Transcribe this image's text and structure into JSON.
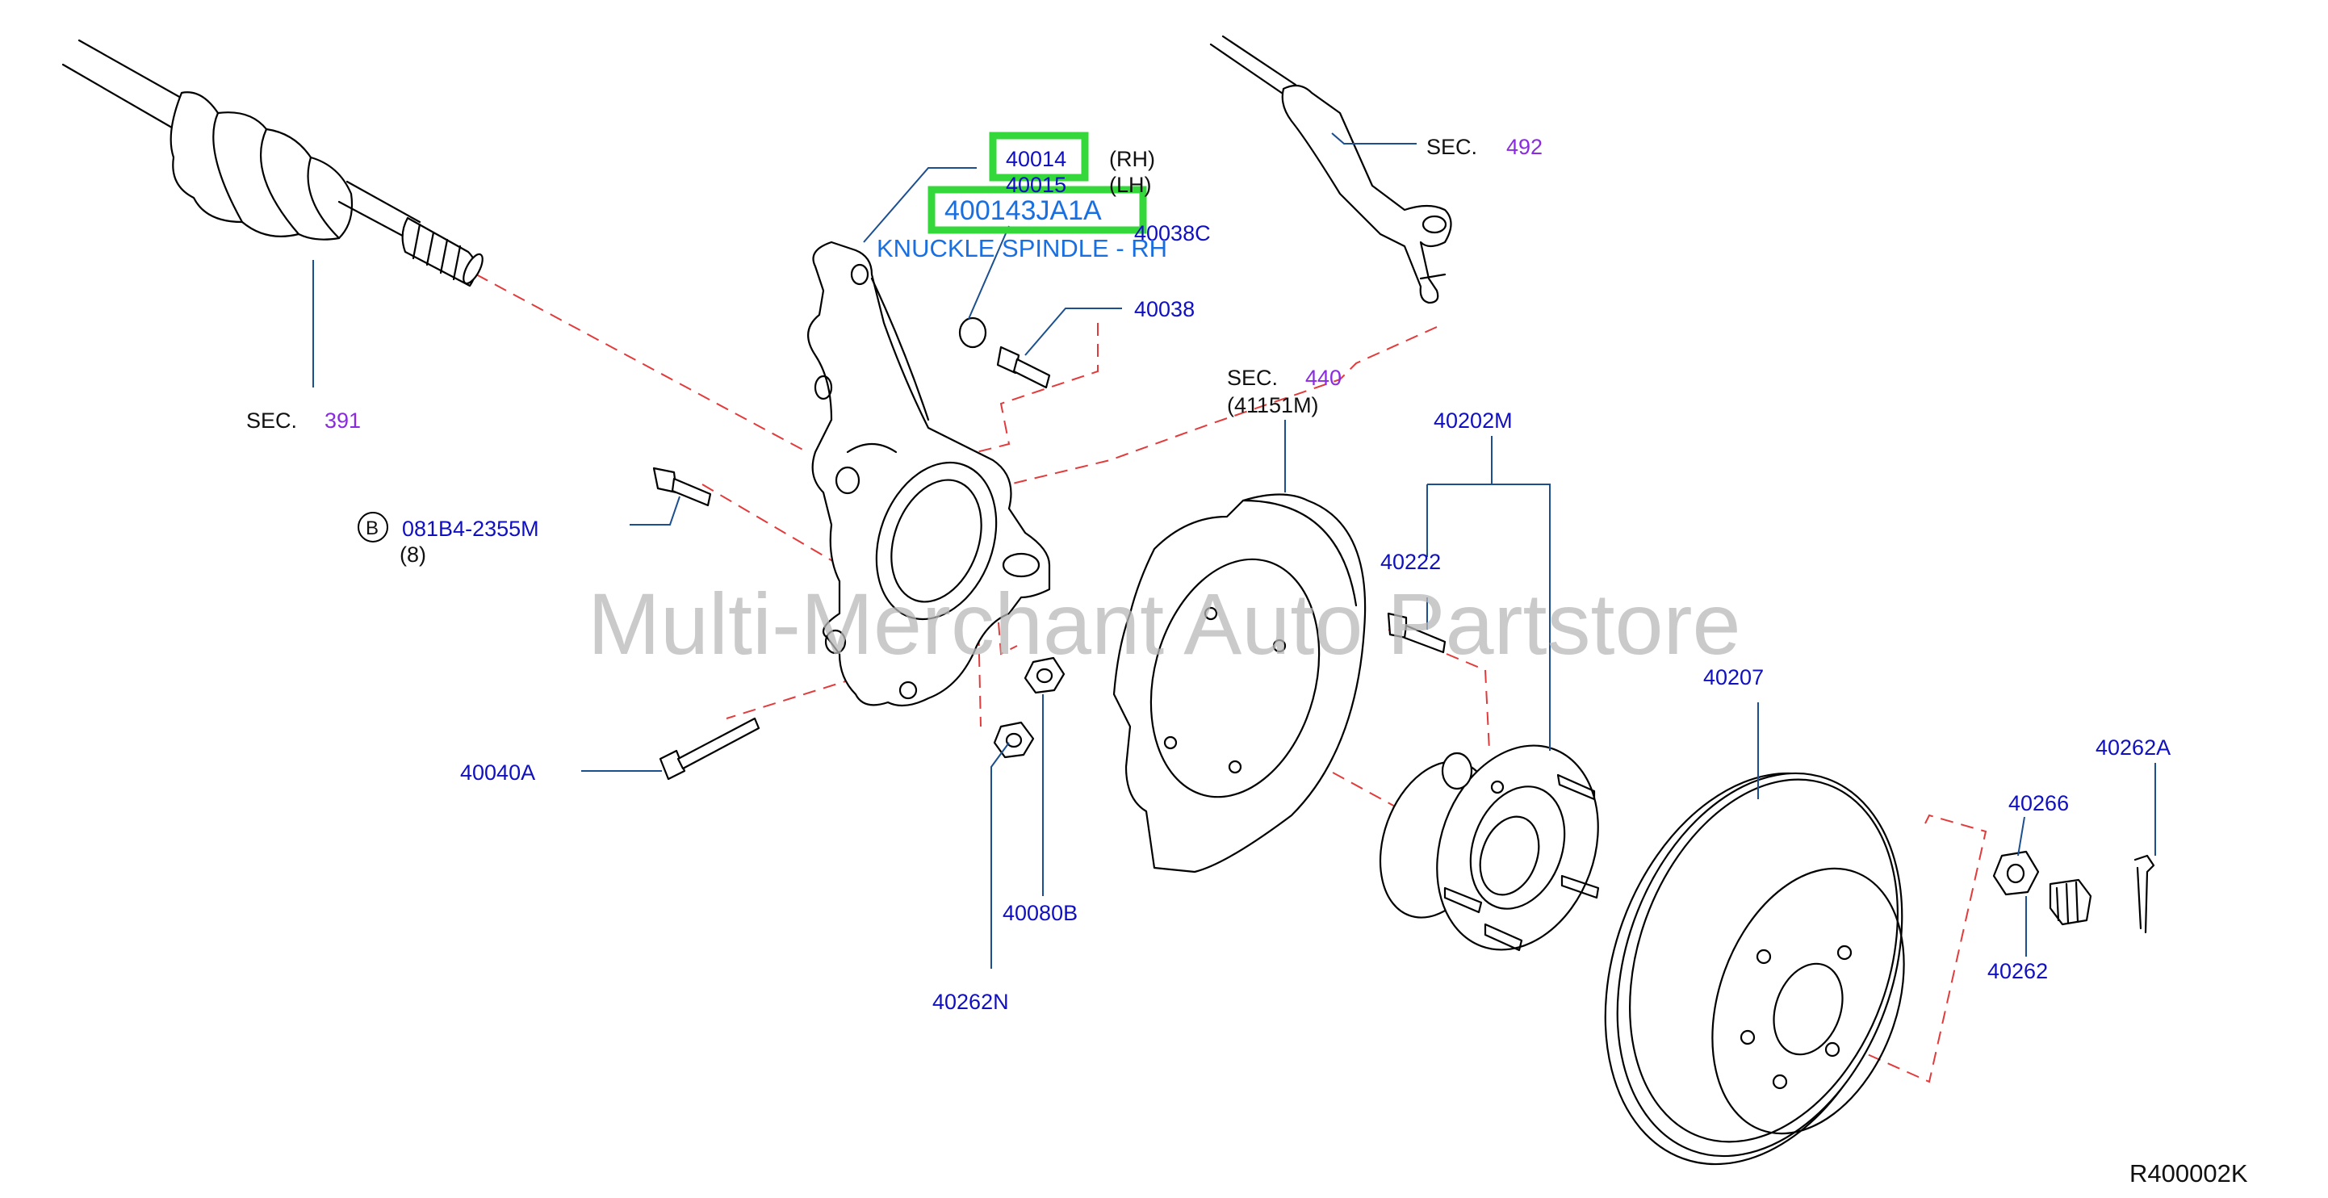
{
  "diagram_code": "R400002K",
  "watermark": "Multi-Merchant Auto Partstore",
  "highlight": {
    "part_number": "400143JA1A",
    "description": "KNUCKLE SPINDLE - RH"
  },
  "labels": {
    "p40014": "40014",
    "rh": "(RH)",
    "p40015": "40015",
    "lh": "(LH)",
    "p40038C": "40038C",
    "p40038": "40038",
    "sec_word_391": "SEC.",
    "sec_391": "391",
    "sec_word_492": "SEC.",
    "sec_492": "492",
    "sec_word_440": "SEC.",
    "sec_440": "440",
    "p41151M": "(41151M)",
    "p40202M": "40202M",
    "p40222": "40222",
    "bolt_marker": "B",
    "p081B4": "081B4-2355M",
    "qty_8": "(8)",
    "p40207": "40207",
    "p40262A": "40262A",
    "p40266": "40266",
    "p40262": "40262",
    "p40040A": "40040A",
    "p40080B": "40080B",
    "p40262N": "40262N"
  },
  "colors": {
    "part_number": "#1010c0",
    "section_ref": "#8a2be2",
    "highlight_border": "#34d83a",
    "highlight_text": "#1a6fe0",
    "dashed_guide": "#e23b3b",
    "leader": "#1b4f8f"
  }
}
